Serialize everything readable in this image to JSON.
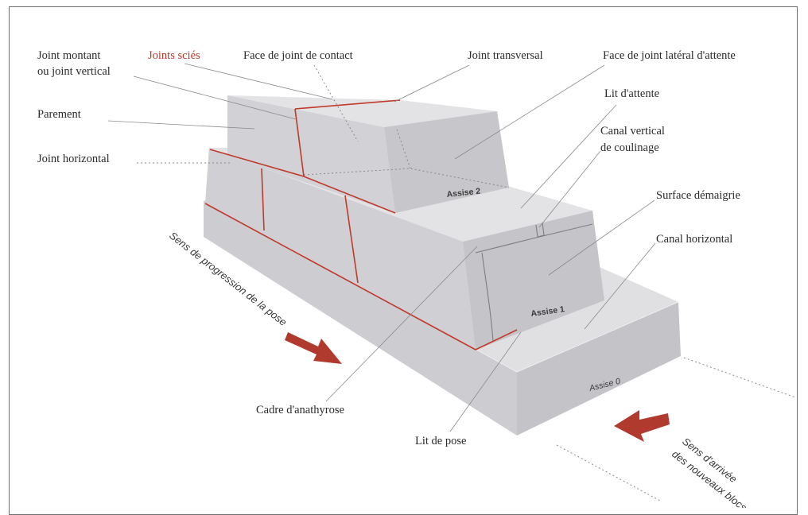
{
  "labels": {
    "joint_montant_1": "Joint montant",
    "joint_montant_2": "ou joint vertical",
    "joints_scies": "Joints sciés",
    "face_joint_contact": "Face de joint de contact",
    "joint_transversal": "Joint transversal",
    "face_joint_lateral": "Face de joint latéral d'attente",
    "parement": "Parement",
    "lit_attente": "Lit d'attente",
    "canal_vertical_1": "Canal vertical",
    "canal_vertical_2": "de coulinage",
    "joint_horizontal": "Joint horizontal",
    "surface_demaigrie": "Surface démaigrie",
    "canal_horizontal": "Canal horizontal",
    "cadre_anathyrose": "Cadre d'anathyrose",
    "lit_de_pose": "Lit de pose"
  },
  "courses": {
    "assise_2": "Assise 2",
    "assise_1": "Assise 1",
    "assise_0": "Assise 0"
  },
  "arrows": {
    "progression": "Sens de progression de la pose",
    "arrivee_1": "Sens d'arrivée",
    "arrivee_2": "des nouveaux blocs"
  },
  "colors": {
    "stone_light": "#d9d9dc",
    "stone_mid": "#cbcbcf",
    "stone_dark": "#bdbdc2",
    "joint_red": "#c0392b",
    "arrow_red": "#b03a2e",
    "label_red": "#b83a2a"
  }
}
